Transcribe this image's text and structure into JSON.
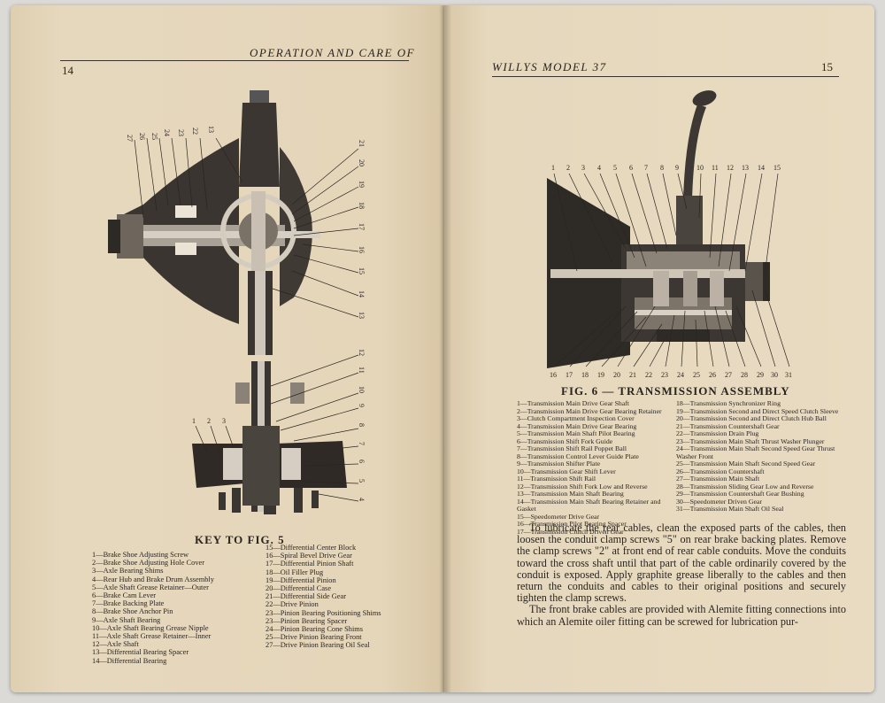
{
  "left_page": {
    "page_number": "14",
    "running_head": "OPERATION AND CARE OF",
    "figure_caption": "KEY TO FIG. 5",
    "figure_callouts": {
      "top_rotated": [
        "27",
        "26",
        "25",
        "24",
        "23",
        "22",
        "13",
        "21",
        "20",
        "19",
        "18",
        "17",
        "16",
        "15",
        "14",
        "13"
      ],
      "lower_rotated": [
        "12",
        "11",
        "10",
        "9",
        "8",
        "7",
        "6",
        "5",
        "4"
      ],
      "lower_left": [
        "1",
        "2",
        "3"
      ]
    },
    "key_col1": [
      "1—Brake Shoe Adjusting Screw",
      "2—Brake Shoe Adjusting Hole Cover",
      "3—Axle Bearing Shims",
      "4—Rear Hub and Brake Drum Assembly",
      "5—Axle Shaft Grease Retainer—Outer",
      "6—Brake Cam Lever",
      "7—Brake Backing Plate",
      "8—Brake Shoe Anchor Pin",
      "9—Axle Shaft Bearing",
      "10—Axle Shaft Bearing Grease Nipple",
      "11—Axle Shaft Grease Retainer—Inner",
      "12—Axle Shaft",
      "13—Differential Bearing Spacer",
      "14—Differential Bearing"
    ],
    "key_col2": [
      "15—Differential Center Block",
      "16—Spiral Bevel Drive Gear",
      "17—Differential Pinion Shaft",
      "18—Oil Filler Plug",
      "19—Differential Pinion",
      "20—Differential Case",
      "21—Differential Side Gear",
      "22—Drive Pinion",
      "23—Pinion Bearing Positioning Shims",
      "23—Pinion Bearing Spacer",
      "24—Pinion Bearing Cone Shims",
      "25—Drive Pinion Bearing Front",
      "27—Drive Pinion Bearing Oil Seal"
    ]
  },
  "right_page": {
    "page_number": "15",
    "running_head": "WILLYS MODEL 37",
    "figure_caption": "FIG. 6 — TRANSMISSION ASSEMBLY",
    "figure_callouts": {
      "top": [
        "1",
        "2",
        "3",
        "4",
        "5",
        "6",
        "7",
        "8",
        "9",
        "10",
        "11",
        "12",
        "13",
        "14",
        "15"
      ],
      "bottom": [
        "16",
        "17",
        "18",
        "19",
        "20",
        "21",
        "22",
        "23",
        "24",
        "25",
        "26",
        "27",
        "28",
        "29",
        "30",
        "31"
      ]
    },
    "key_col1": [
      "1—Transmission Main Drive Gear Shaft",
      "2—Transmission Main Drive Gear Bearing Retainer",
      "3—Clutch Compartment Inspection Cover",
      "4—Transmission Main Drive Gear Bearing",
      "5—Transmission Main Shaft Pilot Bearing",
      "6—Transmission Shift Fork Guide",
      "7—Transmission Shift Rail Poppet Ball",
      "8—Transmission Control Lever Guide Plate",
      "9—Transmission Shifter Plate",
      "10—Transmission Gear Shift Lever",
      "11—Transmission Shift Rail",
      "12—Transmission Shift Fork Low and Reverse",
      "13—Transmission Main Shaft Bearing",
      "14—Transmission Main Shaft Bearing Retainer and Gasket",
      "15—Speedometer Drive Gear",
      "16—Transmission Pilot Bearing Spacer",
      "17—Transmission Clutch Driven Gear"
    ],
    "key_col2": [
      "18—Transmission Synchronizer Ring",
      "19—Transmission Second and Direct Speed Clutch Sleeve",
      "20—Transmission Second and Direct Clutch Hub Ball",
      "21—Transmission Countershaft Gear",
      "22—Transmission Drain Plug",
      "23—Transmission Main Shaft Thrust Washer Plunger",
      "24—Transmission Main Shaft Second Speed Gear Thrust Washer Front",
      "25—Transmission Main Shaft Second Speed Gear",
      "26—Transmission Countershaft",
      "27—Transmission Main Shaft",
      "28—Transmission Sliding Gear Low and Reverse",
      "29—Transmission Countershaft Gear Bushing",
      "30—Speedometer Driven Gear",
      "31—Transmission Main Shaft Oil Seal"
    ],
    "paragraph_1": "To lubricate the rear cables, clean the exposed parts of the cables, then loosen the conduit clamp screws \"5\" on rear brake backing plates. Remove the clamp screws \"2\" at front end of rear cable conduits. Move the conduits toward the cross shaft until that part of the cable ordinarily covered by the conduit is exposed. Apply graphite grease liberally to the cables and then return the conduits and cables to their original positions and securely tighten the clamp screws.",
    "paragraph_2": "The front brake cables are provided with Alemite fitting connections into which an Alemite oiler fitting can be screwed for lubrication pur-"
  },
  "colors": {
    "paper": "#e4d6bb",
    "ink": "#2a2520",
    "background": "#dcdad6"
  }
}
